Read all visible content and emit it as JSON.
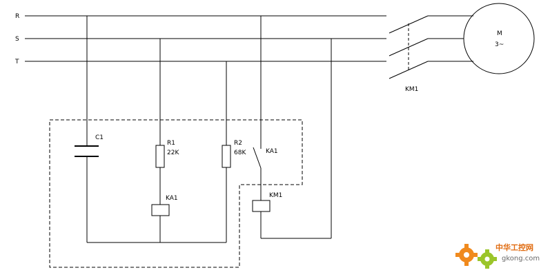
{
  "diagram": {
    "phase_labels": {
      "r": "R",
      "s": "S",
      "t": "T"
    },
    "motor": {
      "label": "M",
      "phases": "3~"
    },
    "contactor_label": "KM1",
    "components": {
      "c1": "C1",
      "r1_name": "R1",
      "r1_value": "22K",
      "r2_name": "R2",
      "r2_value": "68K",
      "ka1_contact": "KA1",
      "ka1_coil": "KA1",
      "km1_coil": "KM1"
    },
    "colors": {
      "line": "#000000",
      "watermark": "#e06b10"
    }
  },
  "watermark": {
    "cn_text": "中华工控网",
    "url": "gkong.com"
  }
}
